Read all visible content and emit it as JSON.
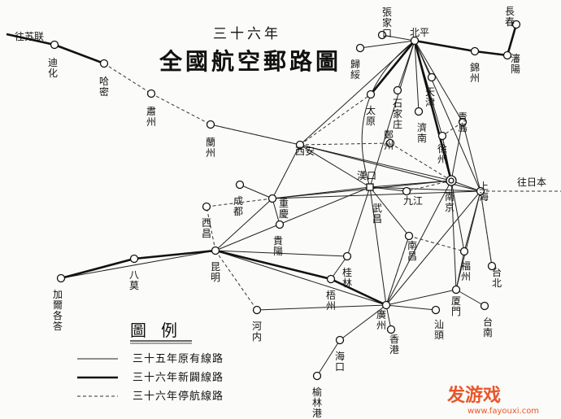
{
  "title": {
    "year": "三十六年",
    "main": "全國航空郵路圖"
  },
  "legend": {
    "title": "圖例",
    "items": [
      {
        "key": "existing",
        "label": "三十五年原有線路"
      },
      {
        "key": "new",
        "label": "三十六年新闢線路"
      },
      {
        "key": "suspended",
        "label": "三十六年停航線路"
      }
    ]
  },
  "destinations": {
    "ussr": "往苏联",
    "japan": "往日本"
  },
  "cities": [
    {
      "id": "dihua",
      "label": "迪化"
    },
    {
      "id": "hami",
      "label": "哈密"
    },
    {
      "id": "suzhou_gs",
      "label": "肅州"
    },
    {
      "id": "lanzhou",
      "label": "蘭州"
    },
    {
      "id": "xian",
      "label": "西安"
    },
    {
      "id": "zhangjiakou",
      "label": "張家口"
    },
    {
      "id": "beiping",
      "label": "北平"
    },
    {
      "id": "guisui",
      "label": "歸綏"
    },
    {
      "id": "taiyuan",
      "label": "太原"
    },
    {
      "id": "shijiazhuang",
      "label": "石家庄"
    },
    {
      "id": "tianjin",
      "label": "天津"
    },
    {
      "id": "jinan",
      "label": "濟南"
    },
    {
      "id": "qingdao",
      "label": "青島"
    },
    {
      "id": "xuzhou",
      "label": "徐州"
    },
    {
      "id": "zhengzhou",
      "label": "鄭州"
    },
    {
      "id": "changchun",
      "label": "長春"
    },
    {
      "id": "shenyang",
      "label": "瀋陽"
    },
    {
      "id": "jinzhou",
      "label": "錦州"
    },
    {
      "id": "nanjing",
      "label": "南京"
    },
    {
      "id": "shanghai",
      "label": "上海"
    },
    {
      "id": "hankou",
      "label": "漢口"
    },
    {
      "id": "jiujiang",
      "label": "九江"
    },
    {
      "id": "wuchang",
      "label": "武昌"
    },
    {
      "id": "nanchang",
      "label": "南昌"
    },
    {
      "id": "fuzhou",
      "label": "福州"
    },
    {
      "id": "taibei",
      "label": "台北"
    },
    {
      "id": "xiamen",
      "label": "厦門"
    },
    {
      "id": "tainan",
      "label": "台南"
    },
    {
      "id": "shantou",
      "label": "汕頭"
    },
    {
      "id": "guangzhou",
      "label": "廣州"
    },
    {
      "id": "xianggang",
      "label": "香港"
    },
    {
      "id": "haikou",
      "label": "海口"
    },
    {
      "id": "yulin",
      "label": "榆林港"
    },
    {
      "id": "wuzhou",
      "label": "梧州"
    },
    {
      "id": "guilin",
      "label": "桂林"
    },
    {
      "id": "hanoi",
      "label": "河内"
    },
    {
      "id": "kunming",
      "label": "昆明"
    },
    {
      "id": "guiyang",
      "label": "貴陽"
    },
    {
      "id": "chongqing",
      "label": "重慶"
    },
    {
      "id": "chengdu",
      "label": "成都"
    },
    {
      "id": "xichang",
      "label": "西昌"
    },
    {
      "id": "bhamo",
      "label": "八莫"
    },
    {
      "id": "calcutta",
      "label": "加爾各答"
    }
  ],
  "watermark": {
    "brand": "发游戏",
    "url": "www.fayouxi.com"
  }
}
